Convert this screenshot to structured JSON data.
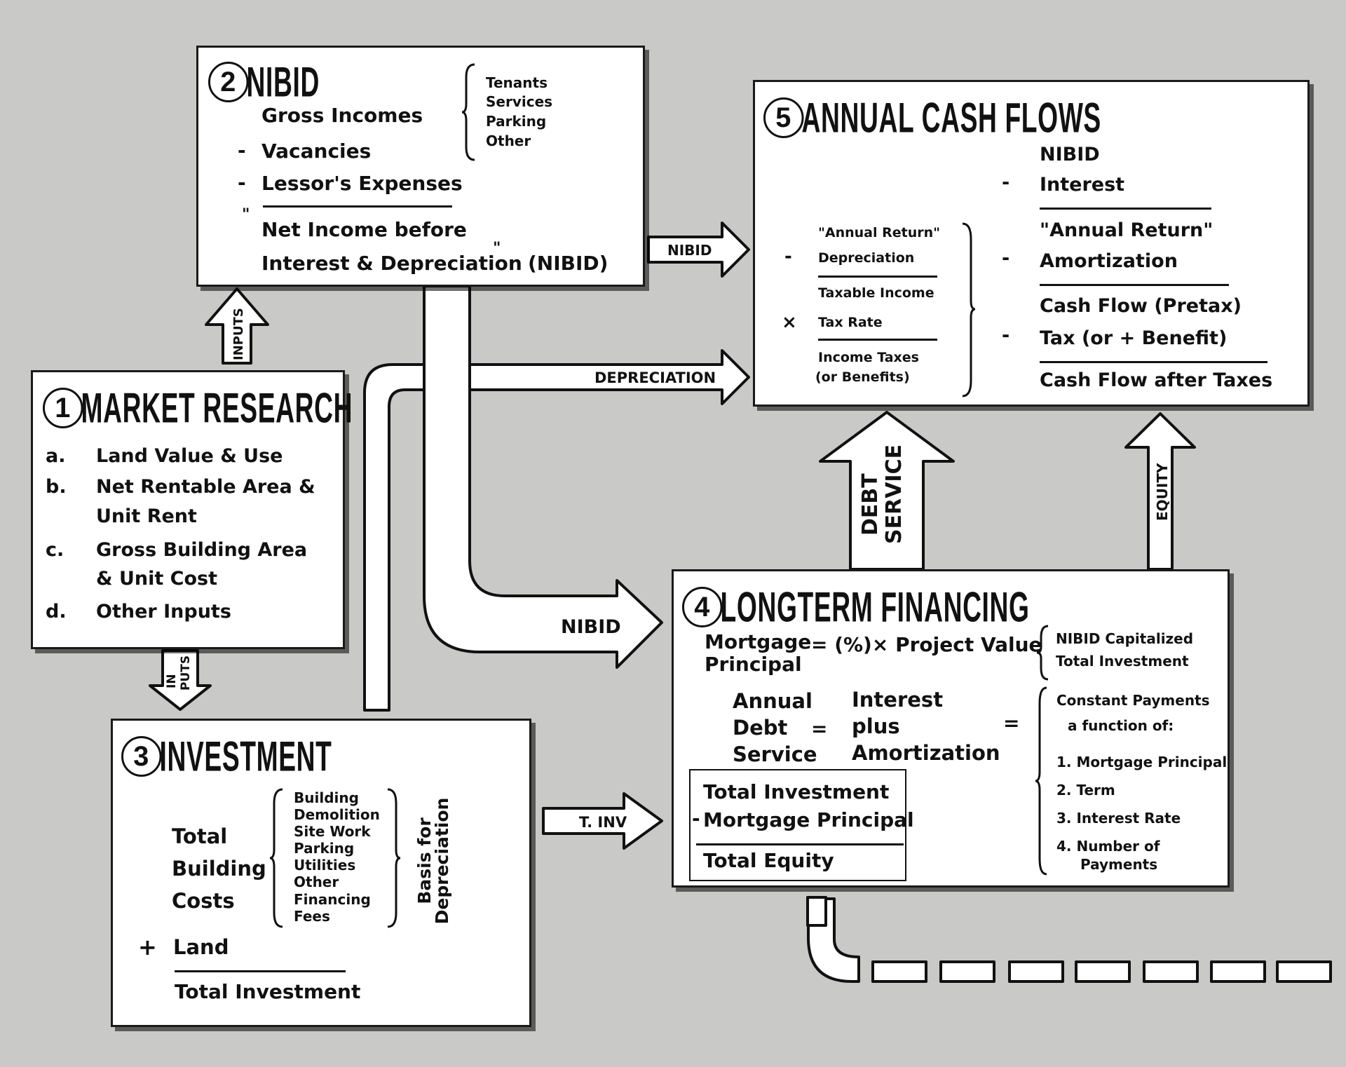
{
  "market_research": {
    "number": "1",
    "title": "MARKET RESEARCH",
    "items": [
      {
        "letter": "a.",
        "line1": "Land Value & Use",
        "line2": ""
      },
      {
        "letter": "b.",
        "line1": "Net Rentable Area &",
        "line2": "Unit Rent"
      },
      {
        "letter": "c.",
        "line1": "Gross Building Area",
        "line2": "& Unit Cost"
      },
      {
        "letter": "d.",
        "line1": "Other  Inputs",
        "line2": ""
      }
    ]
  },
  "nibid": {
    "number": "2",
    "title": "NIBID",
    "gross_incomes": "Gross Incomes",
    "income_sources": [
      "Tenants",
      "Services",
      "Parking",
      "Other"
    ],
    "minus": "-",
    "vacancies": "Vacancies",
    "lessors_expenses": "Lessor's Expenses",
    "open_quote": "\"",
    "net_income_line1": "Net Income before",
    "net_income_line2": "Interest & Depreciation",
    "close_quote": "\"",
    "abbrev": "(NIBID)"
  },
  "investment": {
    "number": "3",
    "title": "INVESTMENT",
    "total_building_costs": [
      "Total",
      "Building",
      "Costs"
    ],
    "cost_items": [
      "Building",
      "Demolition",
      "Site Work",
      "Parking",
      "Utilities",
      "Other",
      "Financing",
      "Fees"
    ],
    "basis_line1": "Basis for",
    "basis_line2": "Depreciation",
    "plus": "+",
    "land": "Land",
    "total_investment": "Total Investment"
  },
  "longterm_financing": {
    "number": "4",
    "title": "LONGTERM  FINANCING",
    "mortgage_principal_line1": "Mortgage",
    "mortgage_principal_line2": "Principal",
    "mortgage_formula": "= (%)× Project Value",
    "ratio_items": [
      "NIBID Capitalized",
      "Total Investment"
    ],
    "annual_debt_service": [
      "Annual",
      "Debt",
      "Service"
    ],
    "equals": "=",
    "interest_plus_amortization": [
      "Interest",
      "plus",
      "Amortization"
    ],
    "constant_payments": "Constant Payments",
    "function_of": "a  function of:",
    "factors": [
      "1. Mortgage Principal",
      "2. Term",
      "3. Interest Rate",
      "4. Number of"
    ],
    "factors_cont": "Payments",
    "equity_calc": {
      "total_investment": "Total Investment",
      "minus": "-",
      "mortgage_principal": "Mortgage Principal",
      "total_equity": "Total Equity"
    }
  },
  "annual_cash_flows": {
    "number": "5",
    "title": "ANNUAL  CASH FLOWS",
    "left": {
      "annual_return": "\"Annual Return\"",
      "minus": "-",
      "depreciation": "Depreciation",
      "taxable_income": "Taxable Income",
      "times": "×",
      "tax_rate": "Tax Rate",
      "income_taxes": "Income Taxes",
      "or_benefits": "(or  Benefits)"
    },
    "right": {
      "nibid": "NIBID",
      "minus": "-",
      "interest": "Interest",
      "annual_return": "\"Annual Return\"",
      "amortization": "Amortization",
      "cash_flow": "Cash Flow   (Pretax)",
      "tax": "Tax (or + Benefit)",
      "cash_flow_after_taxes": "Cash Flow after Taxes"
    }
  },
  "arrows": {
    "inputs_up": "INPUTS",
    "inputs_down_1": "IN",
    "inputs_down_2": "PUTS",
    "nibid_to_cash_flows": "NIBID",
    "depreciation": "DEPRECIATION",
    "nibid_to_financing": "NIBID",
    "total_investment": "T. INV",
    "debt_service_1": "DEBT",
    "debt_service_2": "SERVICE",
    "equity": "EQUITY"
  }
}
